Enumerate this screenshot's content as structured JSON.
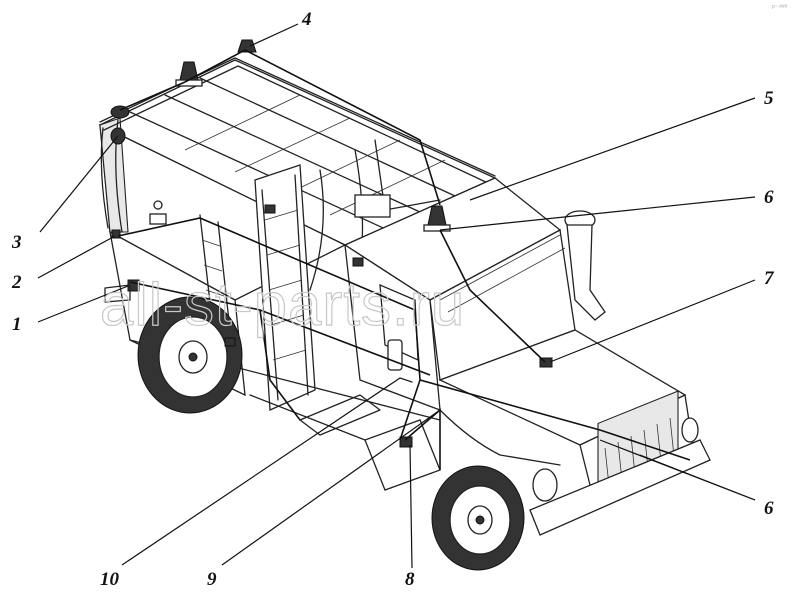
{
  "diagram": {
    "callouts": [
      {
        "id": "c1",
        "text": "1"
      },
      {
        "id": "c2",
        "text": "2"
      },
      {
        "id": "c3",
        "text": "3"
      },
      {
        "id": "c4",
        "text": "4"
      },
      {
        "id": "c5",
        "text": "5"
      },
      {
        "id": "c6a",
        "text": "6"
      },
      {
        "id": "c6b",
        "text": "6"
      },
      {
        "id": "c7",
        "text": "7"
      },
      {
        "id": "c8",
        "text": "8"
      },
      {
        "id": "c9",
        "text": "9"
      },
      {
        "id": "c10",
        "text": "10"
      }
    ],
    "watermark": "all-st-parts.ru",
    "corner_mark": "p~ ###"
  },
  "colors": {
    "ink": "#222222",
    "background": "#ffffff",
    "watermark": "#c8c8c8"
  }
}
